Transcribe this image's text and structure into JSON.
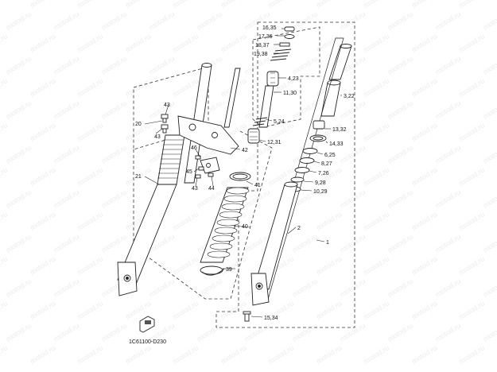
{
  "diagram": {
    "watermark": "motod.ru",
    "footer_code": "1C61100-D230",
    "callouts": [
      "16,35",
      "17,36",
      "18,37",
      "19,38",
      "4,23",
      "11,30",
      "5,24",
      "12,31",
      "3,22",
      "13,32",
      "14,33",
      "6,25",
      "8,27",
      "7,26",
      "9,28",
      "10,29",
      "1",
      "2",
      "15,34",
      "39",
      "40",
      "41",
      "42",
      "43",
      "44",
      "45",
      "46",
      "20",
      "21"
    ],
    "colors": {
      "line": "#222222",
      "background": "#ffffff",
      "watermark": "#d9dde6"
    }
  }
}
